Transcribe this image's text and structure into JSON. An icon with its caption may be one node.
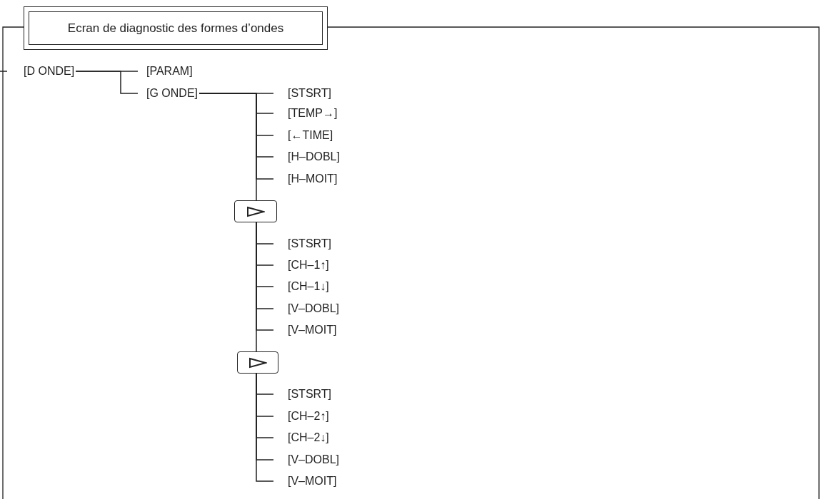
{
  "diagram": {
    "nodes": [
      {
        "text": [
          "Ecran de diagnostic des formes d’ondes"
        ]
      },
      {
        "text": [
          "[D ONDE]"
        ]
      },
      {
        "text": [
          "[PARAM]"
        ]
      },
      {
        "text": [
          "[G ONDE]"
        ]
      },
      {
        "text": [
          "[STSRT]"
        ]
      },
      {
        "text": [
          "[TEMP→]"
        ]
      },
      {
        "text": [
          "[←TIME]"
        ]
      },
      {
        "text": [
          "[H–DOBL]"
        ]
      },
      {
        "text": [
          "[H–MOIT]"
        ]
      },
      {
        "text": [],
        "shape": "box"
      },
      {
        "text": [
          "[STSRT]"
        ]
      },
      {
        "text": [
          "[CH–1↑]"
        ]
      },
      {
        "text": [
          "[CH–1↓]"
        ]
      },
      {
        "text": [
          "[V–DOBL]"
        ]
      },
      {
        "text": [
          "[V–MOIT]"
        ]
      },
      {
        "text": [],
        "shape": "box"
      },
      {
        "text": [
          "[STSRT]"
        ]
      },
      {
        "text": [
          "[CH–2↑]"
        ]
      },
      {
        "text": [
          "[CH–2↓]"
        ]
      },
      {
        "text": [
          "[V–DOBL]"
        ]
      },
      {
        "text": [
          "[V–MOIT]"
        ]
      }
    ],
    "edges": [
      {
        "from": 1,
        "to": 2,
        "arrow": "none"
      },
      {
        "from": 1,
        "to": 3,
        "arrow": "none"
      },
      {
        "from": 3,
        "to": 4,
        "arrow": "none"
      },
      {
        "from": 3,
        "to": 5,
        "arrow": "none"
      },
      {
        "from": 3,
        "to": 6,
        "arrow": "none"
      },
      {
        "from": 3,
        "to": 7,
        "arrow": "none"
      },
      {
        "from": 3,
        "to": 8,
        "arrow": "none"
      },
      {
        "from": 3,
        "to": 9,
        "arrow": "none"
      },
      {
        "from": 9,
        "to": 10,
        "arrow": "none"
      },
      {
        "from": 9,
        "to": 11,
        "arrow": "none"
      },
      {
        "from": 9,
        "to": 12,
        "arrow": "none"
      },
      {
        "from": 9,
        "to": 13,
        "arrow": "none"
      },
      {
        "from": 9,
        "to": 14,
        "arrow": "none"
      },
      {
        "from": 9,
        "to": 15,
        "arrow": "none"
      },
      {
        "from": 15,
        "to": 16,
        "arrow": "none"
      },
      {
        "from": 15,
        "to": 17,
        "arrow": "none"
      },
      {
        "from": 15,
        "to": 18,
        "arrow": "none"
      },
      {
        "from": 15,
        "to": 19,
        "arrow": "none"
      },
      {
        "from": 15,
        "to": 20,
        "arrow": "none"
      }
    ]
  }
}
